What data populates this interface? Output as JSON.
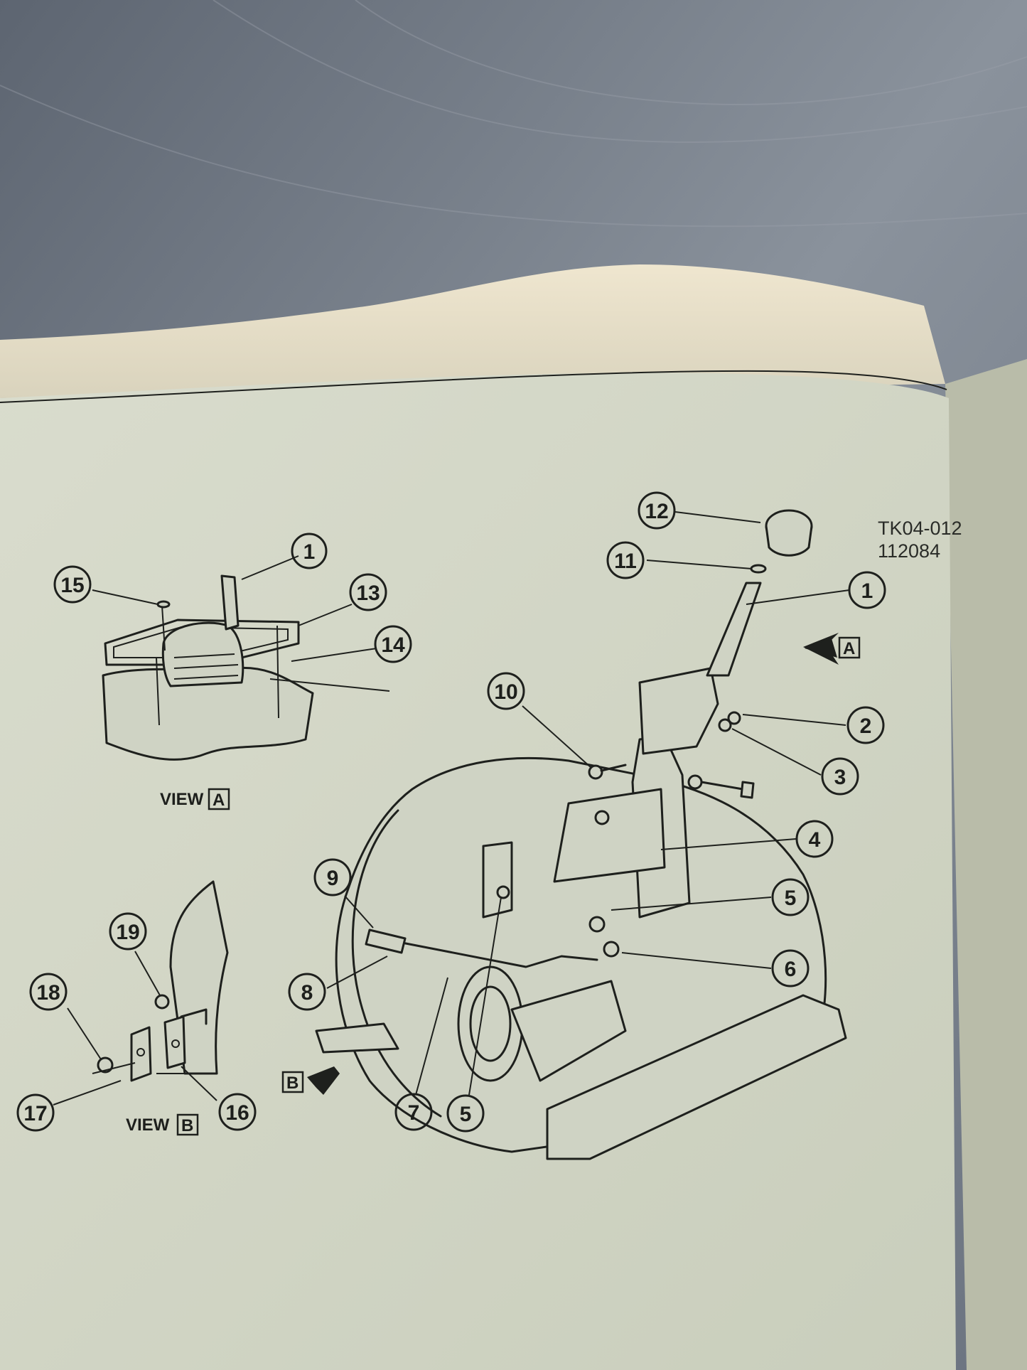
{
  "figure": {
    "code_line1": "TK04-012",
    "code_line2": "112084",
    "view_a_label": "VIEW",
    "view_a_letter": "A",
    "view_b_label": "VIEW",
    "view_b_letter": "B",
    "arrow_a_letter": "A",
    "arrow_b_letter": "B"
  },
  "callouts": {
    "c1_main": "1",
    "c2": "2",
    "c3": "3",
    "c4": "4",
    "c5_upper": "5",
    "c6": "6",
    "c7": "7",
    "c5_lower": "5",
    "c8": "8",
    "c9": "9",
    "c10": "10",
    "c11": "11",
    "c12": "12",
    "c1_view_a": "1",
    "c13": "13",
    "c14": "14",
    "c15": "15",
    "c16": "16",
    "c17": "17",
    "c18": "18",
    "c19": "19"
  },
  "colors": {
    "paper": "#d3d7c7",
    "ink": "#1e201d",
    "steel": "#6f7783"
  }
}
